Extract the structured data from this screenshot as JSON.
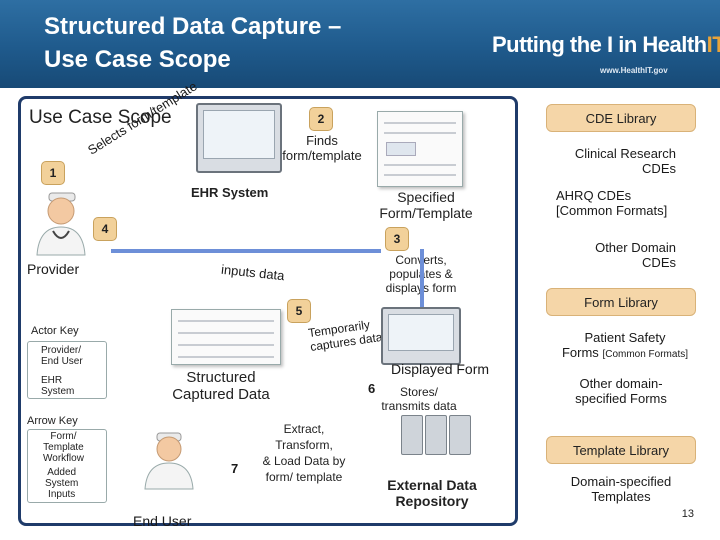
{
  "header": {
    "title_line1": "Structured Data Capture –",
    "title_line2": "Use Case Scope",
    "brand_text": "Putting the I in Health",
    "brand_it": "IT",
    "brand_url": "www.HealthIT.gov"
  },
  "diagram": {
    "section_title": "Use Case Scope",
    "step1": "1",
    "step1_text": "Selects form/template",
    "step2": "2",
    "step2_text_l1": "Finds",
    "step2_text_l2": "form/template",
    "ehr_label": "EHR System",
    "specified_l1": "Specified",
    "specified_l2": "Form/Template",
    "step3": "3",
    "step3_l1": "Converts,",
    "step3_l2": "populates &",
    "step3_l3": "displays form",
    "step4": "4",
    "provider_label": "Provider",
    "inputs_data": "inputs data",
    "step5": "5",
    "temp_l1": "Temporarily",
    "temp_l2": "captures  data",
    "displayed_form": "Displayed Form",
    "structured_l1": "Structured",
    "structured_l2": "Captured Data",
    "step6": "6",
    "stores_l1": "Stores/",
    "stores_l2": "transmits data",
    "step7": "7",
    "etl_l1": "Extract,",
    "etl_l2": "Transform,",
    "etl_l3": "& Load Data by",
    "etl_l4": "form/ template",
    "end_user": "End User",
    "ext_repo_l1": "External Data",
    "ext_repo_l2": "Repository",
    "actor_key": {
      "title": "Actor Key",
      "item1_l1": "Provider/",
      "item1_l2": "End User",
      "item2_l1": "EHR",
      "item2_l2": "System"
    },
    "arrow_key": {
      "title": "Arrow Key",
      "item1_l1": "Form/",
      "item1_l2": "Template",
      "item1_l3": "Workflow",
      "item2_l1": "Added",
      "item2_l2": "System",
      "item2_l3": "Inputs"
    }
  },
  "sidebar": {
    "cde_library": "CDE Library",
    "clinical_l1": "Clinical Research",
    "clinical_l2": "CDEs",
    "ahrq_l1": "AHRQ CDEs",
    "ahrq_l2": "[Common Formats]",
    "other_domain_l1": "Other Domain",
    "other_domain_l2": "CDEs",
    "form_library": "Form Library",
    "patient_safety_l1": "Patient Safety",
    "patient_safety_l2": "Forms",
    "patient_safety_l2b": "[Common Formats]",
    "other_forms_l1": "Other domain-",
    "other_forms_l2": "specified Forms",
    "template_library": "Template Library",
    "domain_templates_l1": "Domain-specified",
    "domain_templates_l2": "Templates"
  },
  "page_number": "13",
  "colors": {
    "header_blue": "#1f5a8c",
    "frame_navy": "#1f3b6a",
    "badge_tan": "#f5d6a8",
    "arrow_blue": "#6d8fd8",
    "brand_orange": "#e8a33a"
  }
}
